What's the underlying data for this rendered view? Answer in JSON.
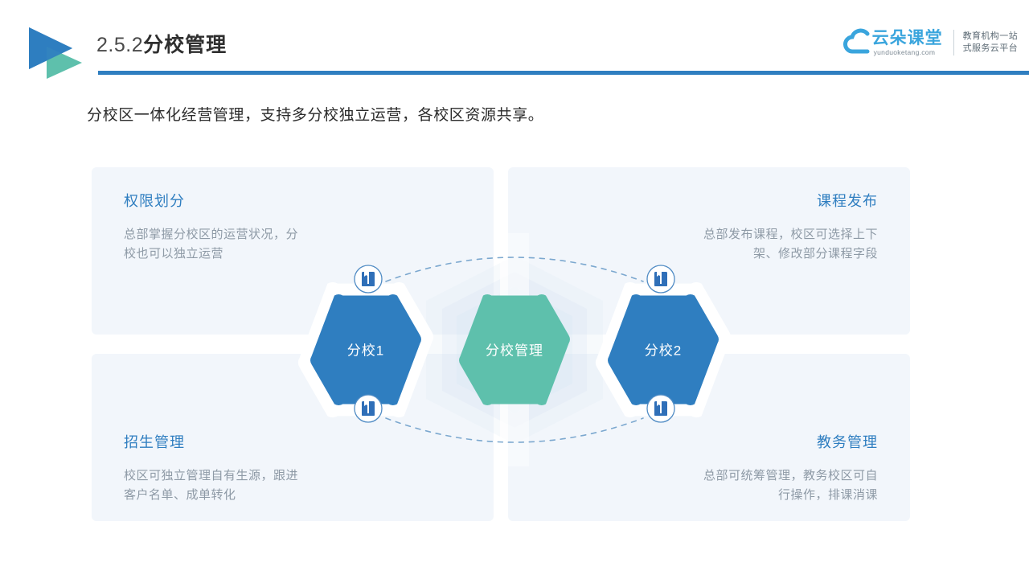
{
  "header": {
    "title_number": "2.5.2",
    "title_name": "分校管理",
    "logo_icon": "play-triangle-logo",
    "accent_color": "#2f7ec0"
  },
  "brand": {
    "cloud_icon": "cloud-icon",
    "name": "云朵课堂",
    "domain": "yunduoketang.com",
    "tagline_line1": "教育机构一站",
    "tagline_line2": "式服务云平台",
    "color": "#3aa5dd"
  },
  "subtitle": "分校区一体化经营管理，支持多分校独立运营，各校区资源共享。",
  "panels": [
    {
      "id": "permission",
      "title": "权限划分",
      "desc": "总部掌握分校区的运营状况，分\n校也可以独立运营"
    },
    {
      "id": "course-publish",
      "title": "课程发布",
      "desc": "总部发布课程，校区可选择上下\n架、修改部分课程字段"
    },
    {
      "id": "enrollment",
      "title": "招生管理",
      "desc": "校区可独立管理自有生源，跟进\n客户名单、成单转化"
    },
    {
      "id": "academic-affairs",
      "title": "教务管理",
      "desc": "总部可统筹管理，教务校区可自\n行操作，排课消课"
    }
  ],
  "diagram": {
    "hexagons": [
      {
        "id": "branch-1",
        "label": "分校1",
        "color": "#2f7ec0"
      },
      {
        "id": "branch-management",
        "label": "分校管理",
        "color": "#5ec0ac"
      },
      {
        "id": "branch-2",
        "label": "分校2",
        "color": "#2f7ec0"
      }
    ],
    "node_icons": [
      {
        "id": "node-icon-top-left",
        "icon": "book-icon"
      },
      {
        "id": "node-icon-top-right",
        "icon": "book-icon"
      },
      {
        "id": "node-icon-bottom-left",
        "icon": "book-icon"
      },
      {
        "id": "node-icon-bottom-right",
        "icon": "book-icon"
      }
    ],
    "connector_style": "dashed-arc",
    "connector_color": "#7ca8cf"
  }
}
